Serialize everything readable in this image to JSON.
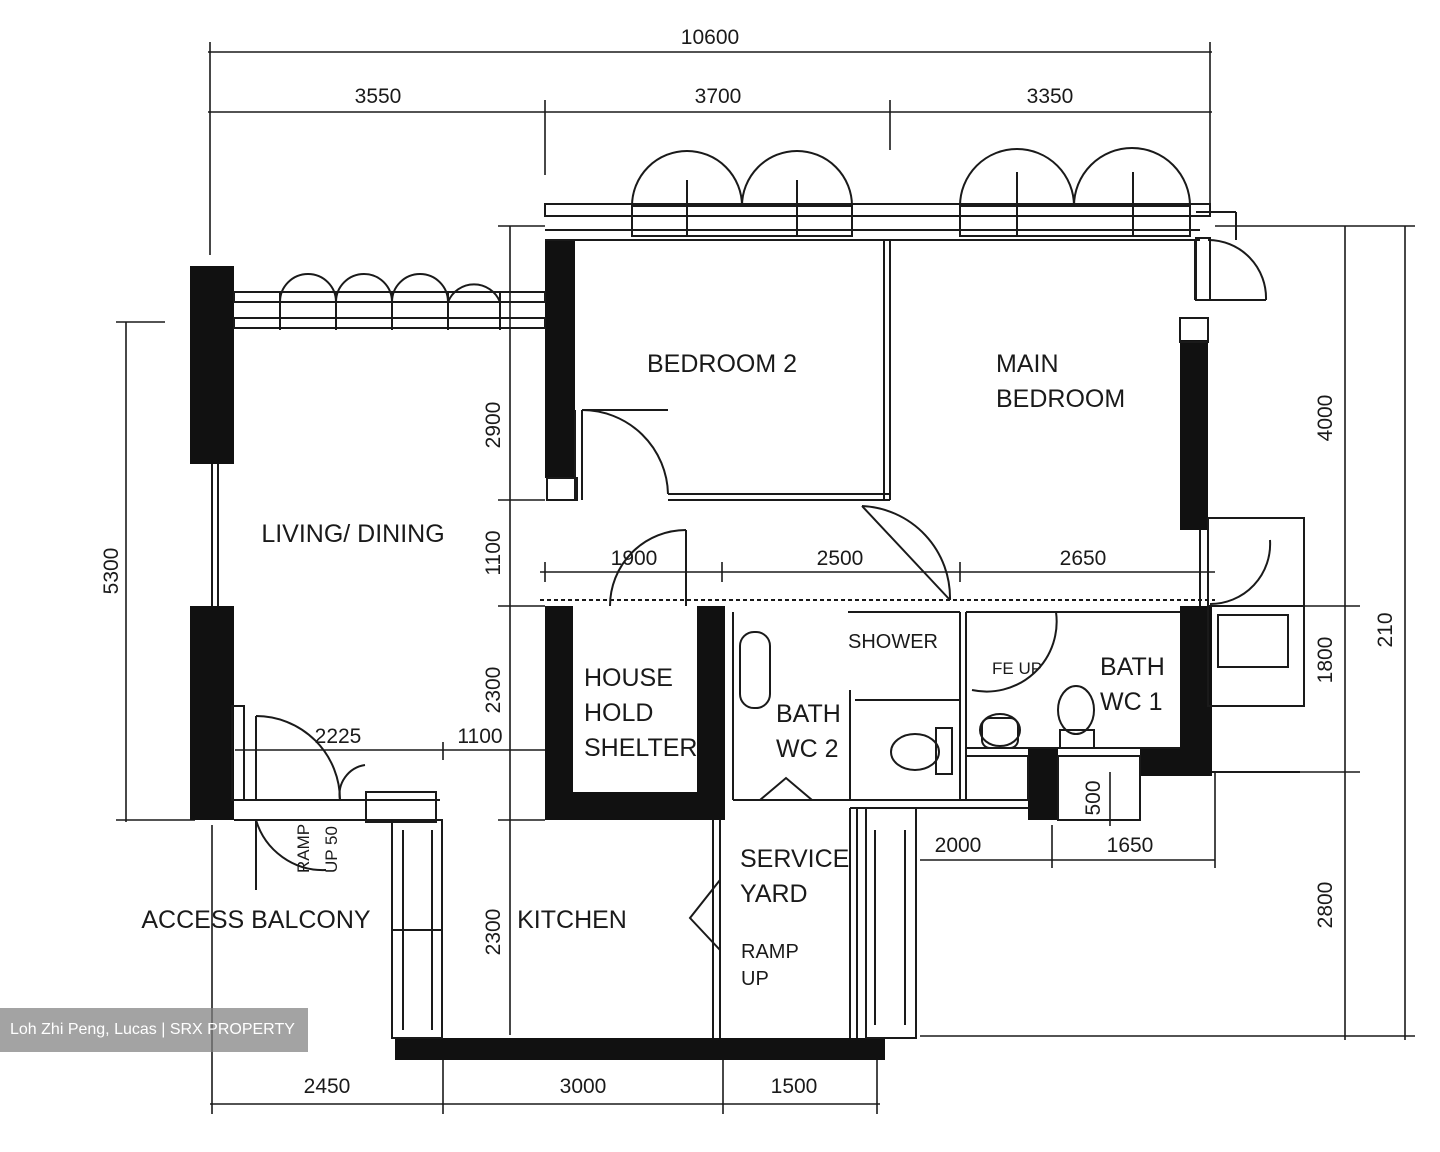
{
  "dimensions": {
    "top_total": "10600",
    "top_left": "3550",
    "top_mid": "3700",
    "top_right": "3350",
    "left_height": "5300",
    "living_side_upper": "2900",
    "living_side_mid": "1100",
    "living_side_lower": "2300",
    "kitchen_height": "2300",
    "row_1900": "1900",
    "row_2500": "2500",
    "row_2650": "2650",
    "balcony_2225": "2225",
    "balcony_1100": "1100",
    "right_4000": "4000",
    "right_2800": "2800",
    "right_1800": "1800",
    "right_partial": "210",
    "wc_500": "500",
    "wc_2000": "2000",
    "wc_1650": "1650",
    "bottom_2450": "2450",
    "bottom_3000": "3000",
    "bottom_1500": "1500"
  },
  "rooms": {
    "bedroom2": "BEDROOM 2",
    "main_bedroom_line1": "MAIN",
    "main_bedroom_line2": "BEDROOM",
    "living": "LIVING/ DINING",
    "shelter_line1": "HOUSE",
    "shelter_line2": "HOLD",
    "shelter_line3": "SHELTER",
    "bath2_line1": "BATH",
    "bath2_line2": "WC 2",
    "bath1_line1": "BATH",
    "bath1_line2": "WC 1",
    "service_line1": "SERVICE",
    "service_line2": "YARD",
    "ramp_up_line1": "RAMP",
    "ramp_up_line2": "UP",
    "kitchen": "KITCHEN",
    "access_balcony": "ACCESS BALCONY",
    "ramp_balcony_line1": "RAMP",
    "ramp_balcony_line2": "UP 50",
    "shower_label": "SHOWER",
    "fe_label": "FE UP"
  },
  "watermark": "Loh Zhi Peng, Lucas | SRX PROPERTY"
}
